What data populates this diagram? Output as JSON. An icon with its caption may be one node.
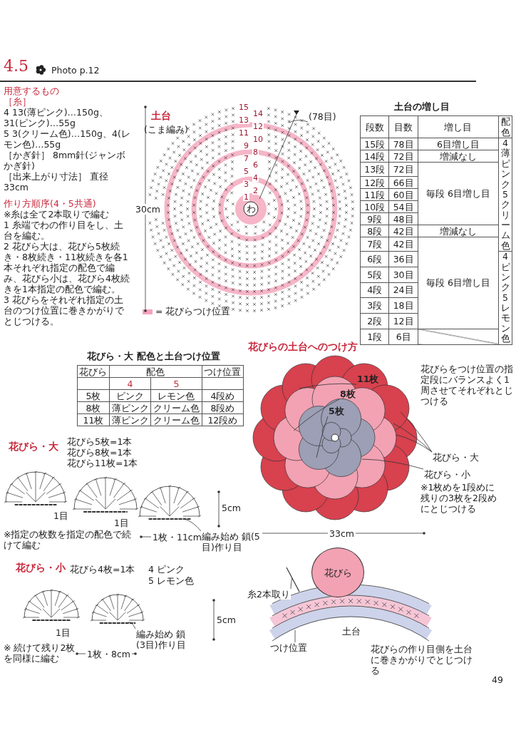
{
  "diagram": {
    "title": "4.5",
    "nodes": [
      {
        "text": [
          "(78目)"
        ]
      },
      {
        "text": [
          "編み始め 鎖(5目)作り目"
        ]
      },
      {
        "text": [
          "編み始め 鎖(3目)作り目"
        ]
      },
      {
        "text": [
          "11枚"
        ]
      },
      {
        "text": [
          "8枚"
        ]
      },
      {
        "text": [
          "5枚"
        ]
      },
      {
        "text": [
          "花びら・大"
        ]
      },
      {
        "text": [
          "花びら・小"
        ]
      },
      {
        "text": [
          "花びら"
        ]
      },
      {
        "text": [
          "糸2本取り"
        ]
      },
      {
        "text": [
          "つけ位置"
        ]
      }
    ],
    "edges": [
      {
        "from": 0,
        "to": null,
        "arrow": "none"
      },
      {
        "from": 1,
        "to": null,
        "arrow": "none"
      },
      {
        "from": 2,
        "to": null,
        "arrow": "none"
      },
      {
        "from": 3,
        "to": null,
        "arrow": "none"
      },
      {
        "from": 4,
        "to": null,
        "arrow": "none"
      },
      {
        "from": 5,
        "to": null,
        "arrow": "none"
      },
      {
        "from": 6,
        "to": null,
        "arrow": "none"
      },
      {
        "from": 6,
        "to": null,
        "arrow": "none"
      },
      {
        "from": 6,
        "to": null,
        "arrow": "none"
      },
      {
        "from": 7,
        "to": null,
        "arrow": "none"
      },
      {
        "from": 9,
        "to": null,
        "arrow": "none"
      },
      {
        "from": 10,
        "to": null,
        "arrow": "none"
      }
    ],
    "labels": [
      "Photo p.12",
      "用意するもの",
      "［糸］",
      "4 13(薄ピンク)…150g、31(ピンク)…55g",
      "5 3(クリーム色)…150g、4(レモン色)…55g",
      "［かぎ針］ 8mm針(ジャンボかぎ針)",
      "［出来上がり寸法］ 直径33cm",
      "作り方順序(4・5共通)",
      "※糸は全て2本取りで編む",
      "1 糸端でわの作り目をし、土台を編む。",
      "2 花びら大は、花びら5枚続き・8枚続き・11枚続きを各1本それぞれ指定の配色で編み、花びら小は、花びら4枚続きを1本指定の配色で編む。",
      "3 花びらをそれぞれ指定の土台のつけ位置に巻きかがりでとじつける。",
      "土台",
      "(こま編み)",
      "30cm",
      "わ",
      "1",
      "2",
      "3",
      "4",
      "5",
      "6",
      "7",
      "8",
      "9",
      "10",
      "11",
      "12",
      "13",
      "14",
      "15",
      "土台の増し目",
      "段数",
      "目数",
      "増し目",
      "配色",
      "15段",
      "78目",
      "6目増し目",
      "4 薄ピンク 5 クリーム色",
      "14段",
      "72目",
      "増減なし",
      "13段",
      "72目",
      "毎段 6目増し目",
      "12段",
      "66目",
      "11段",
      "60目",
      "10段",
      "54目",
      "9段",
      "48目",
      "8段",
      "42目",
      "増減なし",
      "7段",
      "42目",
      "毎段 6目増し目",
      "6段",
      "36目",
      "4 ピンク 5 レモン色",
      "5段",
      "30目",
      "4段",
      "24目",
      "3段",
      "18目",
      "2段",
      "12目",
      "1段",
      "6目",
      "花びら・大 配色と土台つけ位置",
      "花びら",
      "配色",
      "つけ位置",
      "4",
      "5",
      "5枚",
      "ピンク",
      "レモン色",
      "4段め",
      "8枚",
      "薄ピンク",
      "クリーム色",
      "8段め",
      "11枚",
      "薄ピンク",
      "クリーム色",
      "12段め",
      "花びら・大",
      "花びら5枚=1本",
      "花びら8枚=1本",
      "花びら11枚=1本",
      "1目",
      "1目",
      "5cm",
      "※指定の枚数を指定の配色で続けて編む",
      "1枚・11cm",
      "花びら・小",
      "花びら4枚=1本",
      "4 ピンク",
      "5 レモン色",
      "1目",
      "5cm",
      "※ 続けて残り2枚を同様に編む",
      "1枚・8cm",
      "花びらの土台へのつけ方",
      "花びらをつけ位置の指定段にバランスよく1周させてそれぞれとじつける",
      "※1枚めを1段めに残りの3枚を2段めにとじつける",
      "33cm",
      "土台",
      "花びらの作り目側を土台に巻きかがりでとじつける",
      "49"
    ],
    "legend": [
      {
        "text": "= 花びらつけ位置",
        "color": "#f4a3bd"
      }
    ]
  }
}
